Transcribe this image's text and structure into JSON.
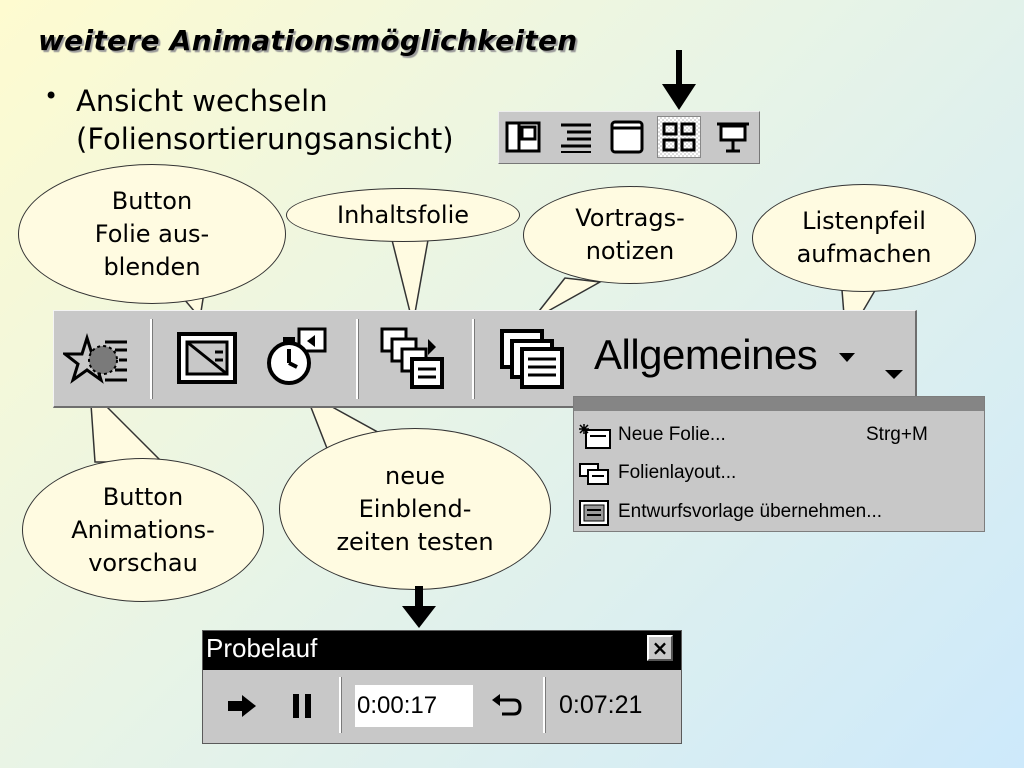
{
  "slide": {
    "title": "weitere Animationsmöglichkeiten",
    "bullet_line1": "Ansicht wechseln",
    "bullet_line2": "(Foliensortierungsansicht)"
  },
  "callouts": {
    "hide_slide": [
      "Button",
      "Folie aus-",
      "blenden"
    ],
    "summary_slide": [
      "Inhaltsfolie"
    ],
    "speaker_notes": [
      "Vortrags-",
      "notizen"
    ],
    "open_list": [
      "Listenpfeil",
      "aufmachen"
    ],
    "animation_preview": [
      "Button",
      "Animations-",
      "vorschau"
    ],
    "rehearse_timings": [
      "neue",
      "Einblend-",
      "zeiten testen"
    ]
  },
  "toolbar": {
    "layout_combo_value": "Allgemeines"
  },
  "menu": {
    "items": [
      {
        "label": "Neue Folie...",
        "shortcut": "Strg+M",
        "icon": "new-slide-icon"
      },
      {
        "label": "Folienlayout...",
        "shortcut": "",
        "icon": "slide-layout-icon"
      },
      {
        "label": "Entwurfsvorlage übernehmen...",
        "shortcut": "",
        "icon": "apply-design-icon"
      }
    ]
  },
  "rehearsal": {
    "title": "Probelauf",
    "slide_time": "0:00:17",
    "total_time": "0:07:21"
  }
}
